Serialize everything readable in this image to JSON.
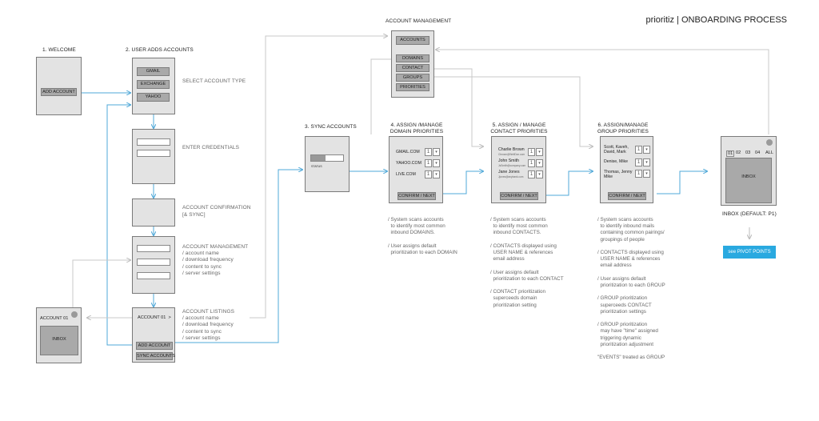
{
  "header": {
    "title": "prioritiz | ONBOARDING PROCESS"
  },
  "steps": {
    "welcome": "1. WELCOME",
    "user_adds": "2. USER ADDS ACCOUNTS",
    "sync": "3. SYNC ACCOUNTS",
    "domain": [
      "4. ASSIGN /MANAGE",
      "DOMAIN PRIORITIES"
    ],
    "contact": [
      "5. ASSIGN / MANAGE",
      "CONTACT PRIORITIES"
    ],
    "group": [
      "6. ASSIGN/MANAGE",
      "GROUP PRIORITIES"
    ],
    "account_mgmt": "ACCOUNT MANAGEMENT"
  },
  "welcome_screen": {
    "add_account": "ADD ACCOUNT"
  },
  "account_types": {
    "items": [
      "GMAIL",
      "EXCHANGE",
      "YAHOO"
    ]
  },
  "labels": {
    "select_type": "SELECT ACCOUNT TYPE",
    "enter_credentials": "ENTER CREDENTIALS",
    "confirmation": [
      "ACCOUNT CONFIRMATION",
      "[& SYNC]"
    ],
    "account_management": [
      "ACCOUNT MANAGEMENT",
      "/ account name",
      "/ download frequency",
      "/ content to sync",
      "/ server settings"
    ],
    "account_listings": [
      "ACCOUNT LISTINGS",
      "/ account name",
      "/ download frequency",
      "/ content to sync",
      "/ server settings"
    ]
  },
  "listing_screen": {
    "account": "ACCOUNT 01",
    "chevron": ">",
    "add": "ADD ACCOUNT",
    "sync": "SYNC ACCOUNTS"
  },
  "account01_screen": {
    "title": "ACCOUNT 01",
    "inbox": "INBOX"
  },
  "account_mgmt_menu": {
    "header": "ACCOUNTS",
    "items": [
      "DOMAINS",
      "CONTACT",
      "GROUPS",
      "PRIORITIES"
    ]
  },
  "sync_screen": {
    "status": "STATUS",
    "progress": 0.45
  },
  "domain_screen": {
    "rows": [
      "GMAIL.COM",
      "YAHOO.COM",
      "LIVE.COM"
    ],
    "button": "CONFIRM / NEXT"
  },
  "contact_screen": {
    "rows": [
      {
        "name": "Charlie Brown",
        "email": "Cbrown@WellDon.com"
      },
      {
        "name": "John Smith",
        "email": "JsSmith@company.com"
      },
      {
        "name": "Jane Jones",
        "email": "Jjones@anybank.com"
      }
    ],
    "button": "CONFIRM / NEXT"
  },
  "group_screen": {
    "rows": [
      [
        "Scott, Kaveh,",
        "David, Mark"
      ],
      [
        "Denise, Mike"
      ],
      [
        "Thomas, Jenny",
        "Mike"
      ]
    ],
    "button": "CONFIRM / NEXT"
  },
  "select_glyphs": {
    "value": "1",
    "arrow": "▾"
  },
  "inbox_screen": {
    "tabs": [
      "01",
      "02",
      "03",
      "04",
      "ALL"
    ],
    "inbox": "INBOX",
    "caption": "INBOX (DEFAULT: P1)"
  },
  "pivot_button": {
    "label": "see  PIVOT POINTS",
    "color": "#29a9e0"
  },
  "notes": {
    "domain": [
      "/ System scans accounts",
      "  to identify most common",
      "  inbound DOMAINS.",
      "",
      "/ User assigns default",
      "  prioritization to each DOMAIN"
    ],
    "contact": [
      "/ System scans accounts",
      "  to identify most common",
      "  inbound CONTACTS.",
      "",
      "/ CONTACTS displayed using",
      "  USER NAME & references",
      "  email address",
      "",
      "/ User assigns default",
      "  prioritization to each CONTACT",
      "",
      "/ CONTACT prioritization",
      "  superceeds domain",
      "  prioritization setting"
    ],
    "group": [
      "/ System scans accounts",
      "  to identify inbound mails",
      "  containing common pairings/",
      "  groupings of people",
      "",
      "/ CONTACTS displayed using",
      "  USER NAME & references",
      "  email address",
      "",
      "/ User assigns default",
      "  prioritization to each GROUP",
      "",
      "/ GROUP prioritization",
      "  superceeds CONTACT",
      "  prioritization settings",
      "",
      "/ GROUP prioritization",
      "  may have \"time\" assigned",
      "  triggering dynamic",
      "  prioritization adjustment",
      "",
      "\"EVENTS\" treated as GROUP"
    ]
  },
  "colors": {
    "arrow": "#4fa8d8",
    "gray_arrow": "#c8c8c8",
    "screen": "#e3e3e3",
    "button": "#a9a9a9"
  }
}
